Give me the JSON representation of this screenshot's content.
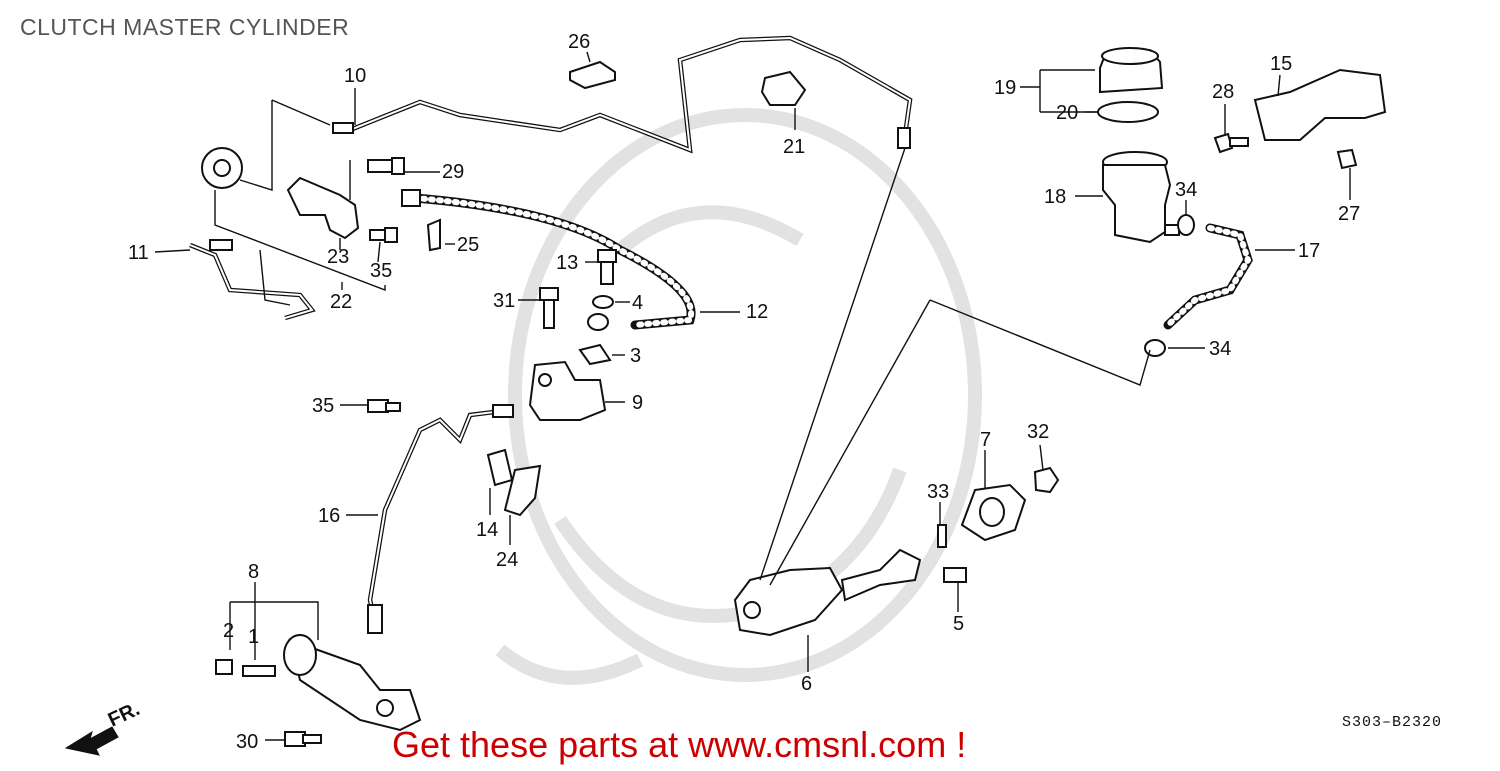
{
  "title": "CLUTCH MASTER CYLINDER",
  "diagram_code": "S303–B2320",
  "promo_text": "Get these parts at www.cmsnl.com !",
  "direction_label": "FR.",
  "callouts": {
    "c1": "1",
    "c2": "2",
    "c3": "3",
    "c4": "4",
    "c5": "5",
    "c6": "6",
    "c7": "7",
    "c8": "8",
    "c9": "9",
    "c10": "10",
    "c11": "11",
    "c12": "12",
    "c13": "13",
    "c14": "14",
    "c15": "15",
    "c16": "16",
    "c17": "17",
    "c18": "18",
    "c19": "19",
    "c20": "20",
    "c21": "21",
    "c22": "22",
    "c23": "23",
    "c24": "24",
    "c25": "25",
    "c26": "26",
    "c27": "27",
    "c28": "28",
    "c29": "29",
    "c30": "30",
    "c31": "31",
    "c32": "32",
    "c33": "33",
    "c34a": "34",
    "c34b": "34",
    "c35a": "35",
    "c35b": "35"
  },
  "colors": {
    "promo": "#cc0000",
    "watermark": "#e2e2e2",
    "ink": "#111111"
  }
}
